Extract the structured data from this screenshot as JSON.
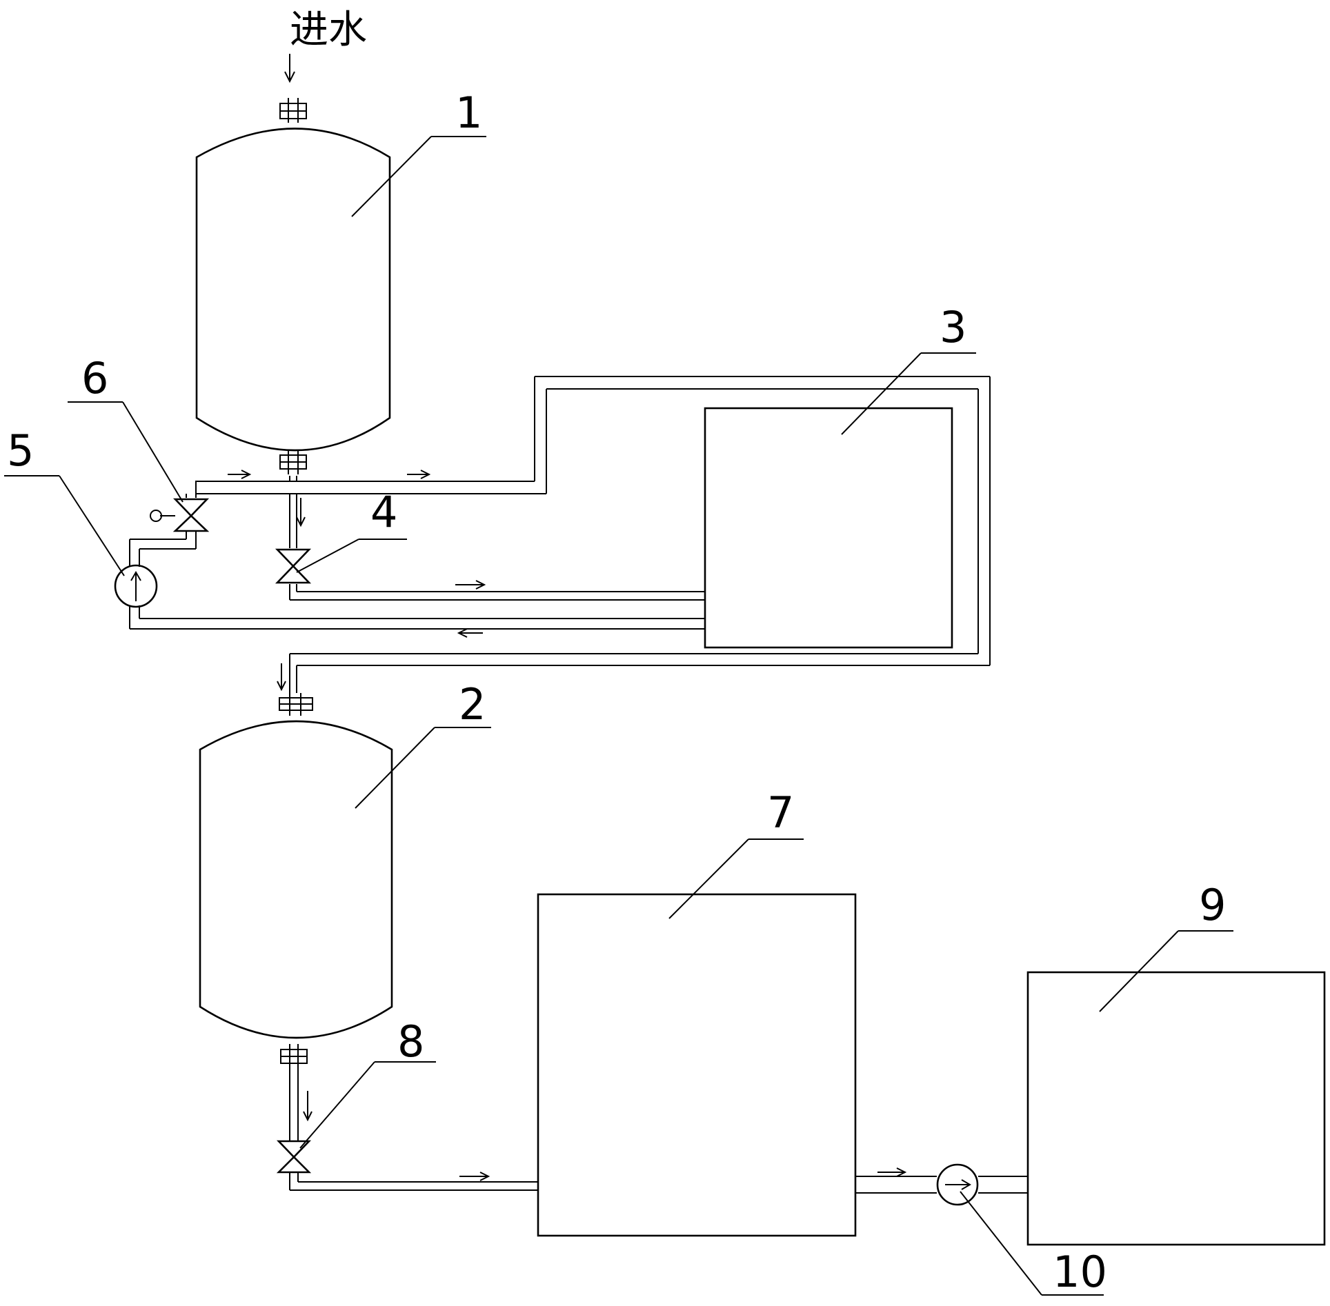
{
  "inlet_label": "进水",
  "labels": {
    "tank_1": "1",
    "tank_2": "2",
    "box_3": "3",
    "valve_4": "4",
    "pump_5": "5",
    "valve_6": "6",
    "box_7": "7",
    "valve_8": "8",
    "box_9": "9",
    "pump_10": "10"
  },
  "colors": {
    "line": "#000000",
    "background": "#ffffff"
  }
}
